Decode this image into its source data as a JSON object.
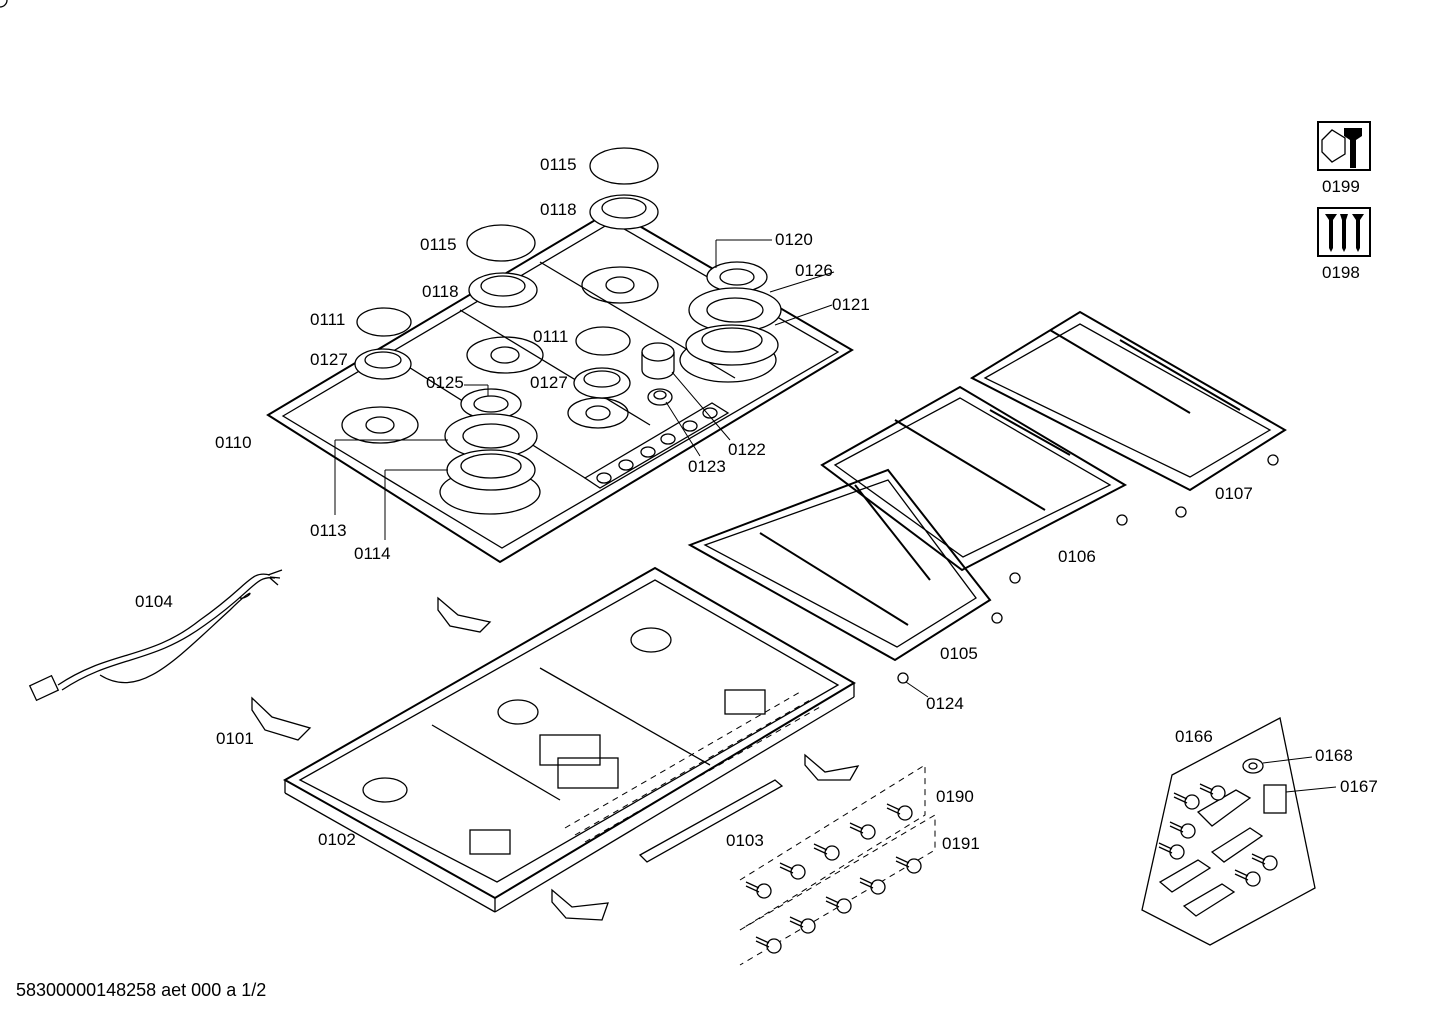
{
  "footer": "58300000148258 aet 000 a 1/2",
  "labels": {
    "l0115a": "0115",
    "l0118a": "0118",
    "l0115b": "0115",
    "l0118b": "0118",
    "l0120": "0120",
    "l0126": "0126",
    "l0121": "0121",
    "l0111a": "0111",
    "l0127a": "0127",
    "l0111b": "0111",
    "l0127b": "0127",
    "l0125": "0125",
    "l0110": "0110",
    "l0122": "0122",
    "l0123": "0123",
    "l0113": "0113",
    "l0114": "0114",
    "l0104": "0104",
    "l0101": "0101",
    "l0102": "0102",
    "l0103": "0103",
    "l0190": "0190",
    "l0191": "0191",
    "l0105": "0105",
    "l0106": "0106",
    "l0107": "0107",
    "l0124": "0124",
    "l0166": "0166",
    "l0168": "0168",
    "l0167": "0167",
    "l0199": "0199",
    "l0198": "0198"
  },
  "icons": {
    "service_kit": "wrench-hex-icon",
    "screw_kit": "screws-icon"
  }
}
